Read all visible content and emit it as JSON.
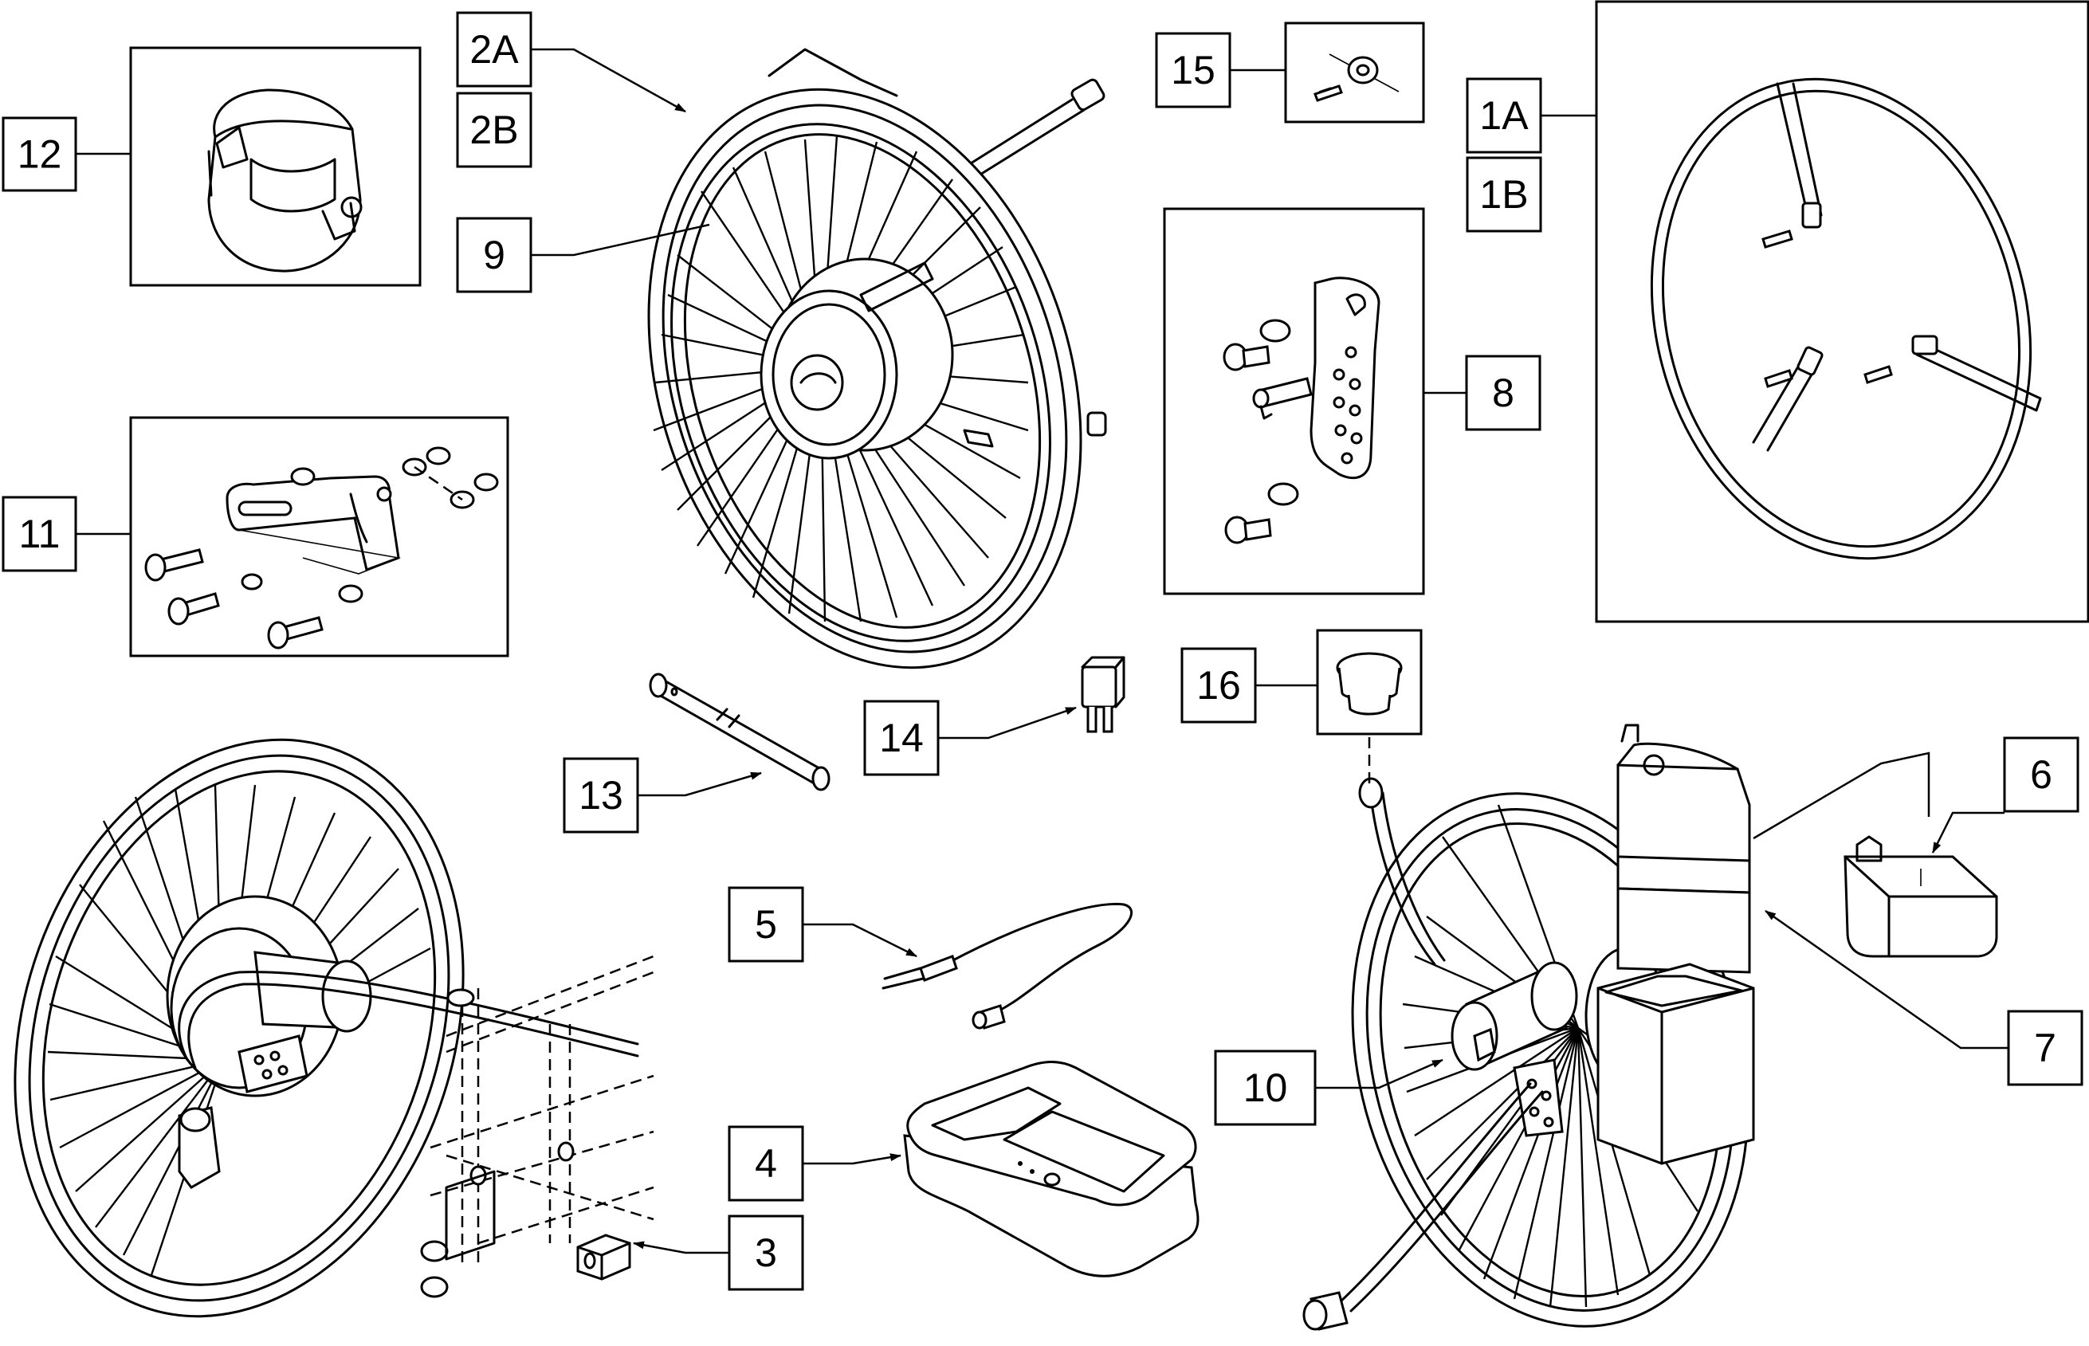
{
  "callouts": {
    "c12": "12",
    "c2a": "2A",
    "c2b": "2B",
    "c9": "9",
    "c15": "15",
    "c1a": "1A",
    "c1b": "1B",
    "c8": "8",
    "c11": "11",
    "c13": "13",
    "c14": "14",
    "c16": "16",
    "c6": "6",
    "c5": "5",
    "c7": "7",
    "c10": "10",
    "c4": "4",
    "c3": "3"
  },
  "style": {
    "line_color": "#000000",
    "background": "#ffffff"
  }
}
